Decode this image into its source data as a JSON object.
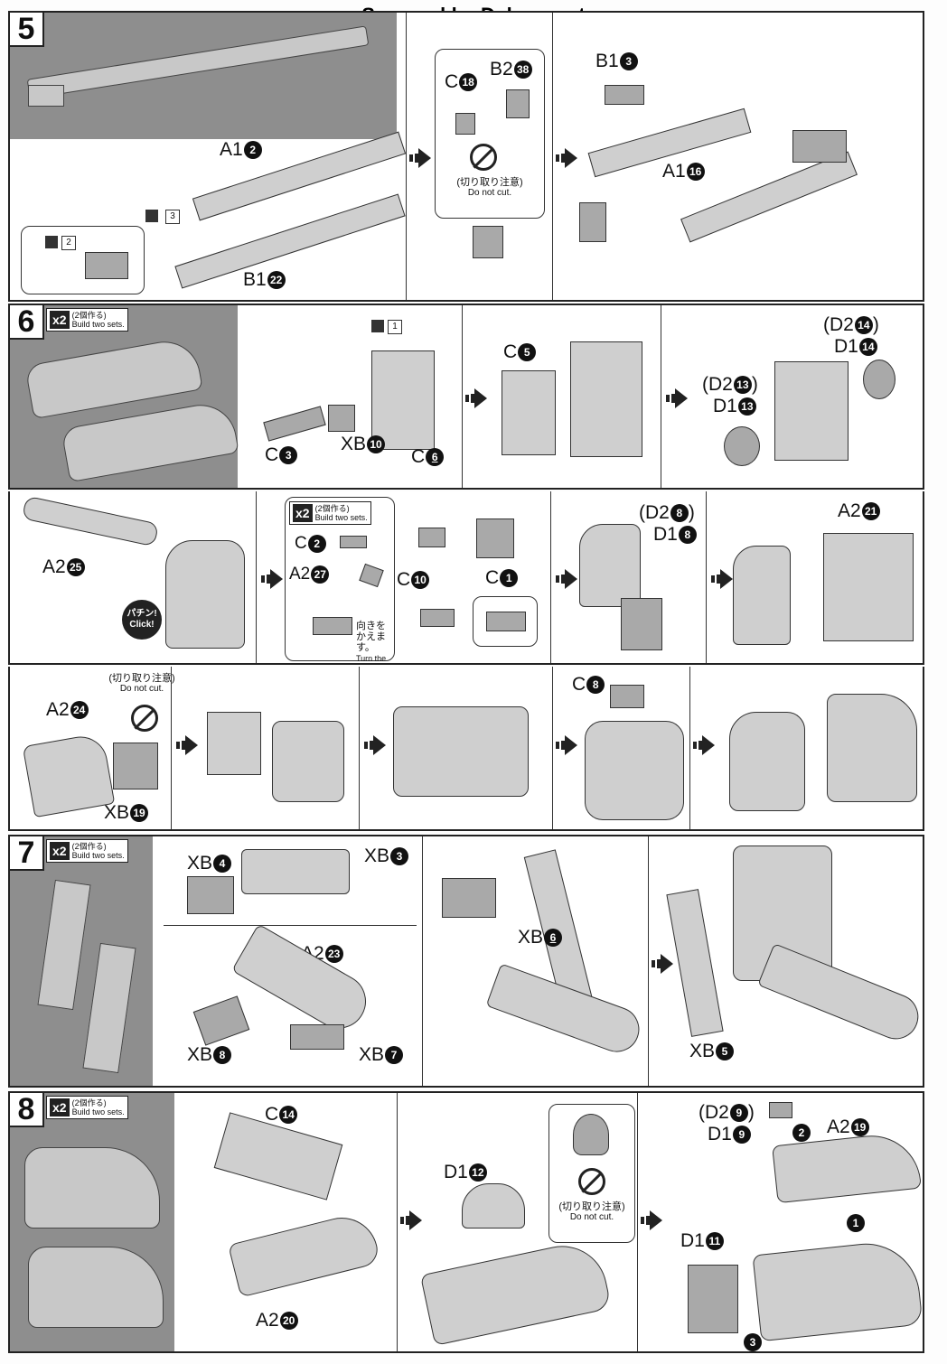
{
  "watermark": "Scanned by Dalong.net",
  "build_two": {
    "badge": "x2",
    "ja": "(2個作る)",
    "en": "Build two sets."
  },
  "click": {
    "ja": "パチン!",
    "en": "Click!"
  },
  "no_cut": {
    "ja": "(切り取り注意)",
    "en": "Do not cut."
  },
  "turn_part": {
    "ja1": "向きを",
    "ja2": "かえます。",
    "en": "Turn the part."
  },
  "step5": {
    "number": "5",
    "labels": {
      "a1_2": "A1",
      "b1_22": "B1",
      "c18": "C",
      "b2_38": "B2",
      "b1_3": "B1",
      "a1_16": "A1"
    },
    "nums": {
      "a1_2": "2",
      "b1_22": "22",
      "c18": "18",
      "b2_38": "38",
      "b1_3": "3",
      "a1_16": "16"
    },
    "boxes": {
      "box2": "2",
      "box3": "3"
    }
  },
  "step6": {
    "number": "6",
    "row1": {
      "labels": {
        "c3": "C",
        "xb10": "XB",
        "c6": "C",
        "c5": "C",
        "d2_14": "(D2",
        "d1_14": "D1",
        "d2_13": "(D2",
        "d1_13": "D1"
      },
      "nums": {
        "c3": "3",
        "xb10": "10",
        "c6": "6",
        "c5": "5",
        "d2_14": "14",
        "d1_14": "14",
        "d2_13": "13",
        "d1_13": "13"
      },
      "box1": "1"
    },
    "row2": {
      "labels": {
        "a2_25": "A2",
        "c2": "C",
        "a2_27": "A2",
        "c10": "C",
        "c1": "C",
        "d2_8": "(D2",
        "d1_8": "D1",
        "a2_21": "A2"
      },
      "nums": {
        "a2_25": "25",
        "c2": "2",
        "a2_27": "27",
        "c10": "10",
        "c1": "1",
        "d2_8": "8",
        "d1_8": "8",
        "a2_21": "21"
      }
    },
    "row3": {
      "labels": {
        "a2_24": "A2",
        "xb19": "XB",
        "c8": "C"
      },
      "nums": {
        "a2_24": "24",
        "xb19": "19",
        "c8": "8"
      }
    }
  },
  "step7": {
    "number": "7",
    "labels": {
      "xb4": "XB",
      "xb3": "XB",
      "a2_23": "A2",
      "xb8": "XB",
      "xb7": "XB",
      "xb6": "XB",
      "xb5": "XB"
    },
    "nums": {
      "xb4": "4",
      "xb3": "3",
      "a2_23": "23",
      "xb8": "8",
      "xb7": "7",
      "xb6": "6",
      "xb5": "5"
    }
  },
  "step8": {
    "number": "8",
    "labels": {
      "c14": "C",
      "a2_20": "A2",
      "d1_12": "D1",
      "d2_9": "(D2",
      "d1_9": "D1",
      "a2_19": "A2",
      "d1_11": "D1"
    },
    "nums": {
      "c14": "14",
      "a2_20": "20",
      "d1_12": "12",
      "d2_9": "9",
      "d1_9": "9",
      "a2_19": "19",
      "d1_11": "11"
    },
    "order": [
      "1",
      "2",
      "3"
    ]
  }
}
